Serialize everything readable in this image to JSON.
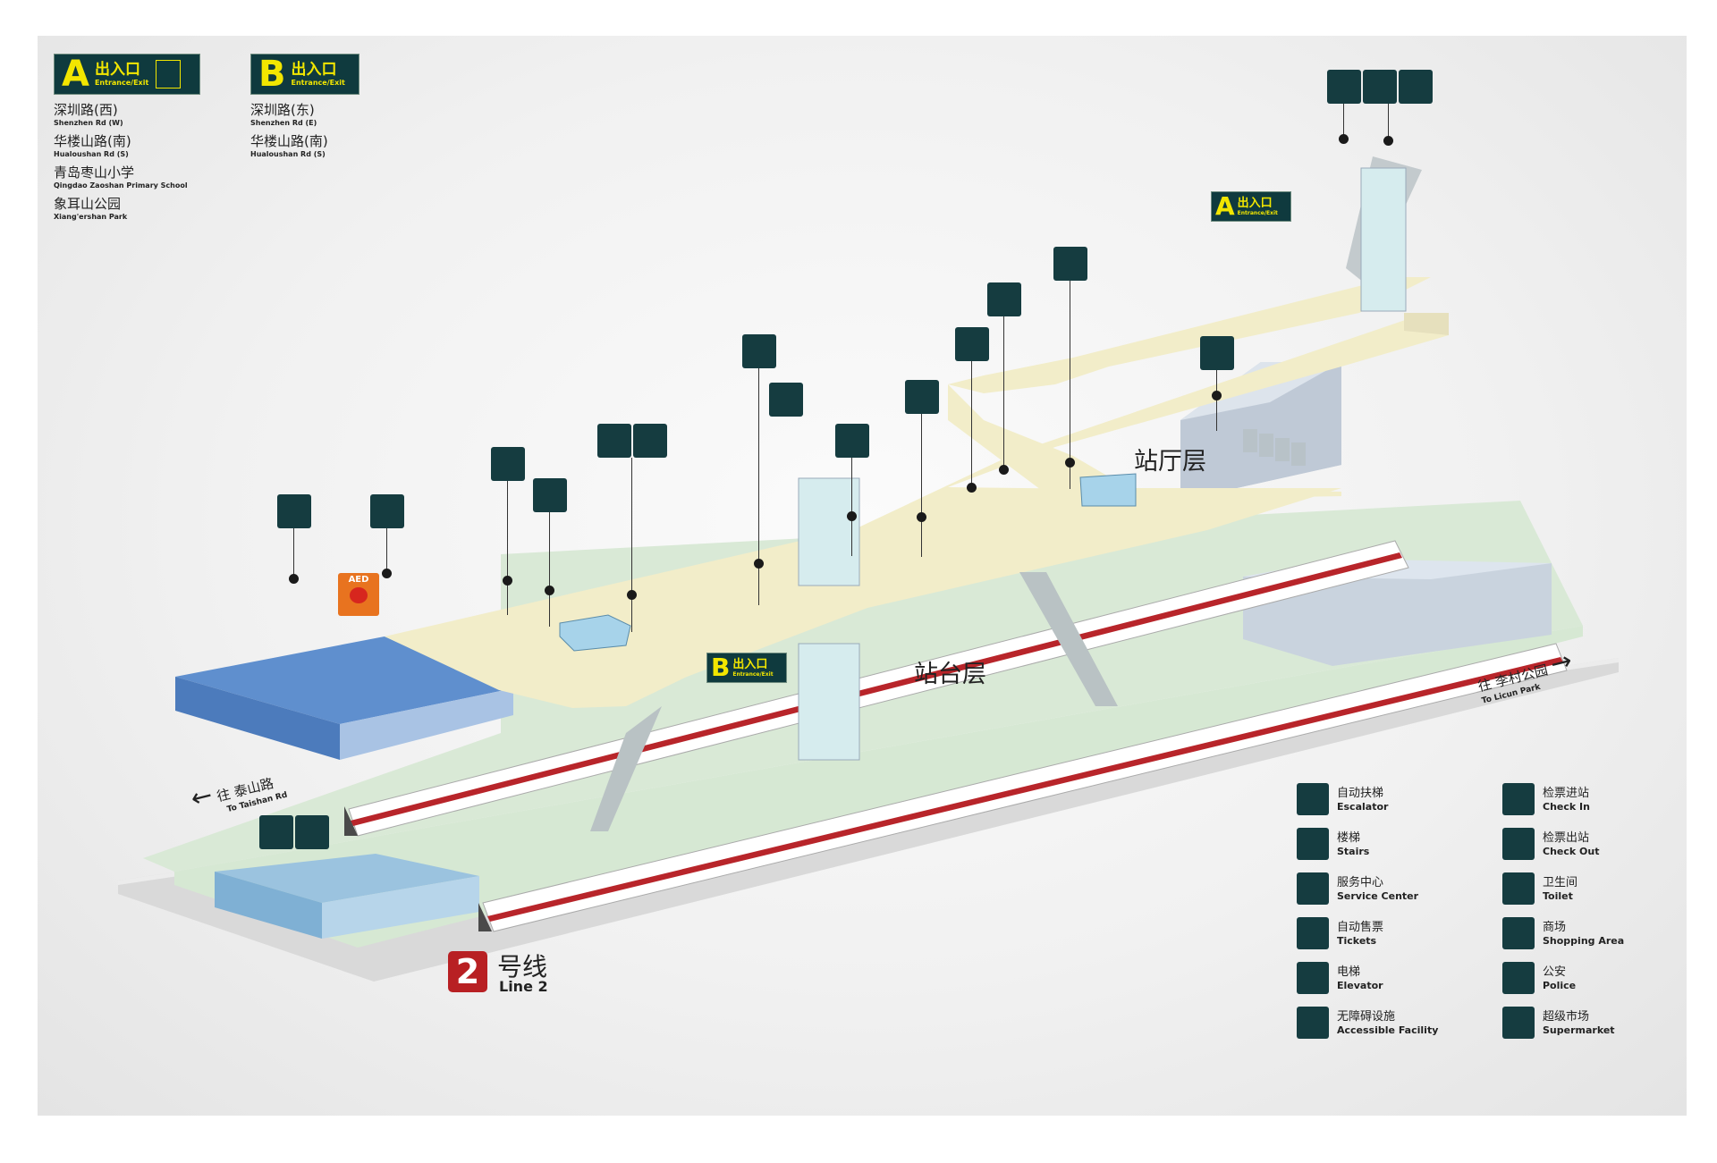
{
  "exit_a": {
    "letter": "A",
    "label_cn": "出入口",
    "label_en": "Entrance/Exit",
    "destinations": [
      {
        "cn": "深圳路(西)",
        "en": "Shenzhen Rd (W)"
      },
      {
        "cn": "华楼山路(南)",
        "en": "Hualoushan Rd (S)"
      },
      {
        "cn": "青岛枣山小学",
        "en": "Qingdao Zaoshan Primary School"
      },
      {
        "cn": "象耳山公园",
        "en": "Xiang'ershan Park"
      }
    ]
  },
  "exit_b": {
    "letter": "B",
    "label_cn": "出入口",
    "label_en": "Entrance/Exit",
    "destinations": [
      {
        "cn": "深圳路(东)",
        "en": "Shenzhen Rd (E)"
      },
      {
        "cn": "华楼山路(南)",
        "en": "Hualoushan Rd (S)"
      }
    ]
  },
  "layers": {
    "concourse": "站厅层",
    "platform": "站台层"
  },
  "direction_left": {
    "cn": "往 泰山路",
    "en": "To Taishan Rd"
  },
  "direction_right": {
    "cn": "往 李村公园",
    "en": "To Licun Park"
  },
  "line": {
    "number": "2",
    "cn": "号线",
    "en": "Line 2",
    "color": "#b82023"
  },
  "aed": {
    "label": "AED"
  },
  "colors": {
    "concourse_floor": "#f2edc9",
    "platform_floor": "#d9e9d6",
    "badge_bg": "#0f3a3e",
    "badge_text": "#f2e600",
    "icon_bg": "#153c40",
    "blue_block": "#5f8fce",
    "aed": "#e8731f"
  },
  "legend": [
    {
      "cn": "自动扶梯",
      "en": "Escalator",
      "icon": "escalator-icon"
    },
    {
      "cn": "楼梯",
      "en": "Stairs",
      "icon": "stairs-icon"
    },
    {
      "cn": "服务中心",
      "en": "Service Center",
      "icon": "service-center-icon"
    },
    {
      "cn": "自动售票",
      "en": "Tickets",
      "icon": "ticket-machine-icon"
    },
    {
      "cn": "电梯",
      "en": "Elevator",
      "icon": "elevator-icon"
    },
    {
      "cn": "无障碍设施",
      "en": "Accessible Facility",
      "icon": "accessible-icon"
    },
    {
      "cn": "检票进站",
      "en": "Check In",
      "icon": "check-in-icon"
    },
    {
      "cn": "检票出站",
      "en": "Check Out",
      "icon": "check-out-icon"
    },
    {
      "cn": "卫生间",
      "en": "Toilet",
      "icon": "toilet-icon"
    },
    {
      "cn": "商场",
      "en": "Shopping Area",
      "icon": "shopping-icon"
    },
    {
      "cn": "公安",
      "en": "Police",
      "icon": "police-icon"
    },
    {
      "cn": "超级市场",
      "en": "Supermarket",
      "icon": "supermarket-icon"
    }
  ]
}
